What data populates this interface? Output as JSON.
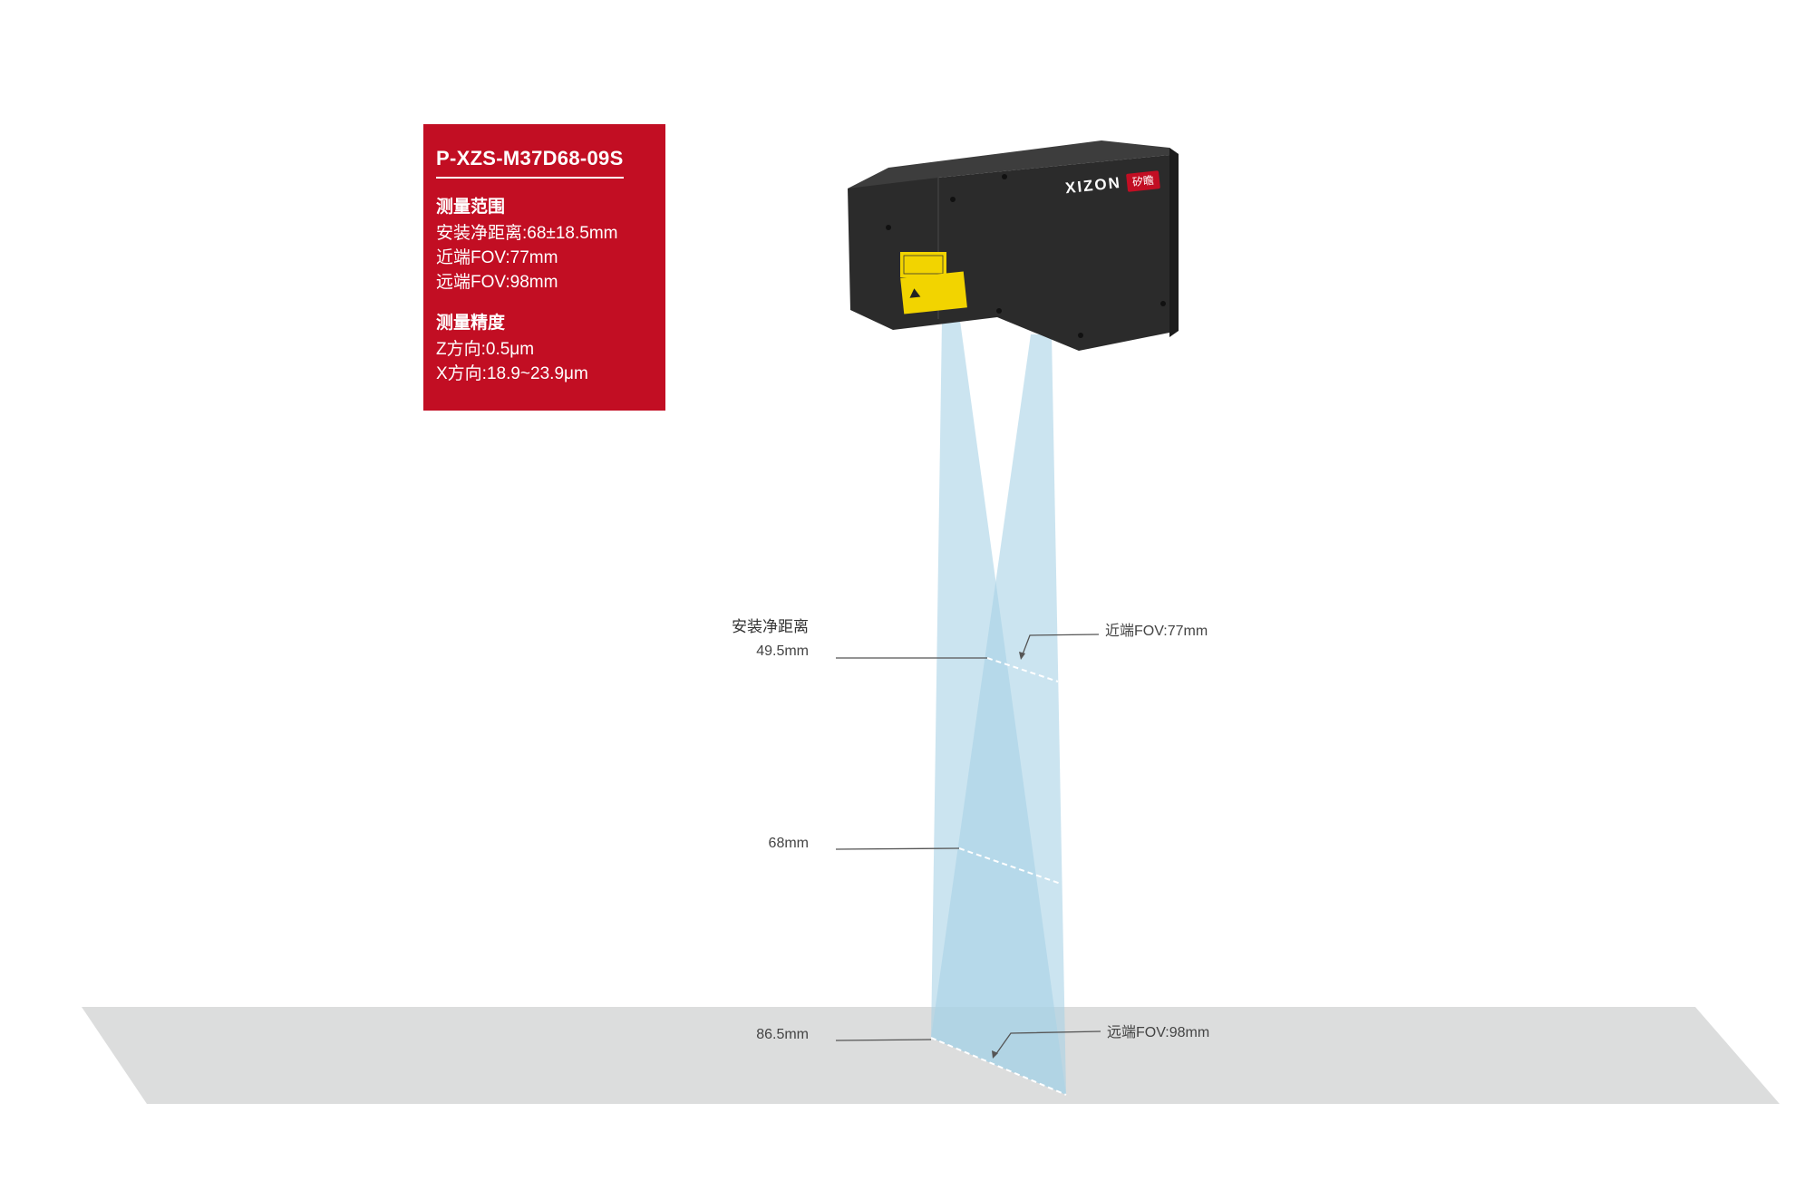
{
  "spec_card": {
    "model": "P-XZS-M37D68-09S",
    "range_heading": "测量范围",
    "range_lines": [
      "安装净距离:68±18.5mm",
      "近端FOV:77mm",
      "远端FOV:98mm"
    ],
    "precision_heading": "测量精度",
    "precision_lines": [
      "Z方向:0.5μm",
      "X方向:18.9~23.9μm"
    ]
  },
  "brand": {
    "logo": "XIZON",
    "badge": "矽瞻"
  },
  "annotations": {
    "install_distance_title": "安装净距离",
    "near_distance": "49.5mm",
    "center_distance": "68mm",
    "far_distance": "86.5mm",
    "near_fov": "近端FOV:77mm",
    "far_fov": "远端FOV:98mm"
  },
  "colors": {
    "card_red": "#c20e23",
    "beam_blue": "#a9d2e6",
    "floor_gray": "#dcdddd",
    "device_body": "#2b2b2b"
  }
}
